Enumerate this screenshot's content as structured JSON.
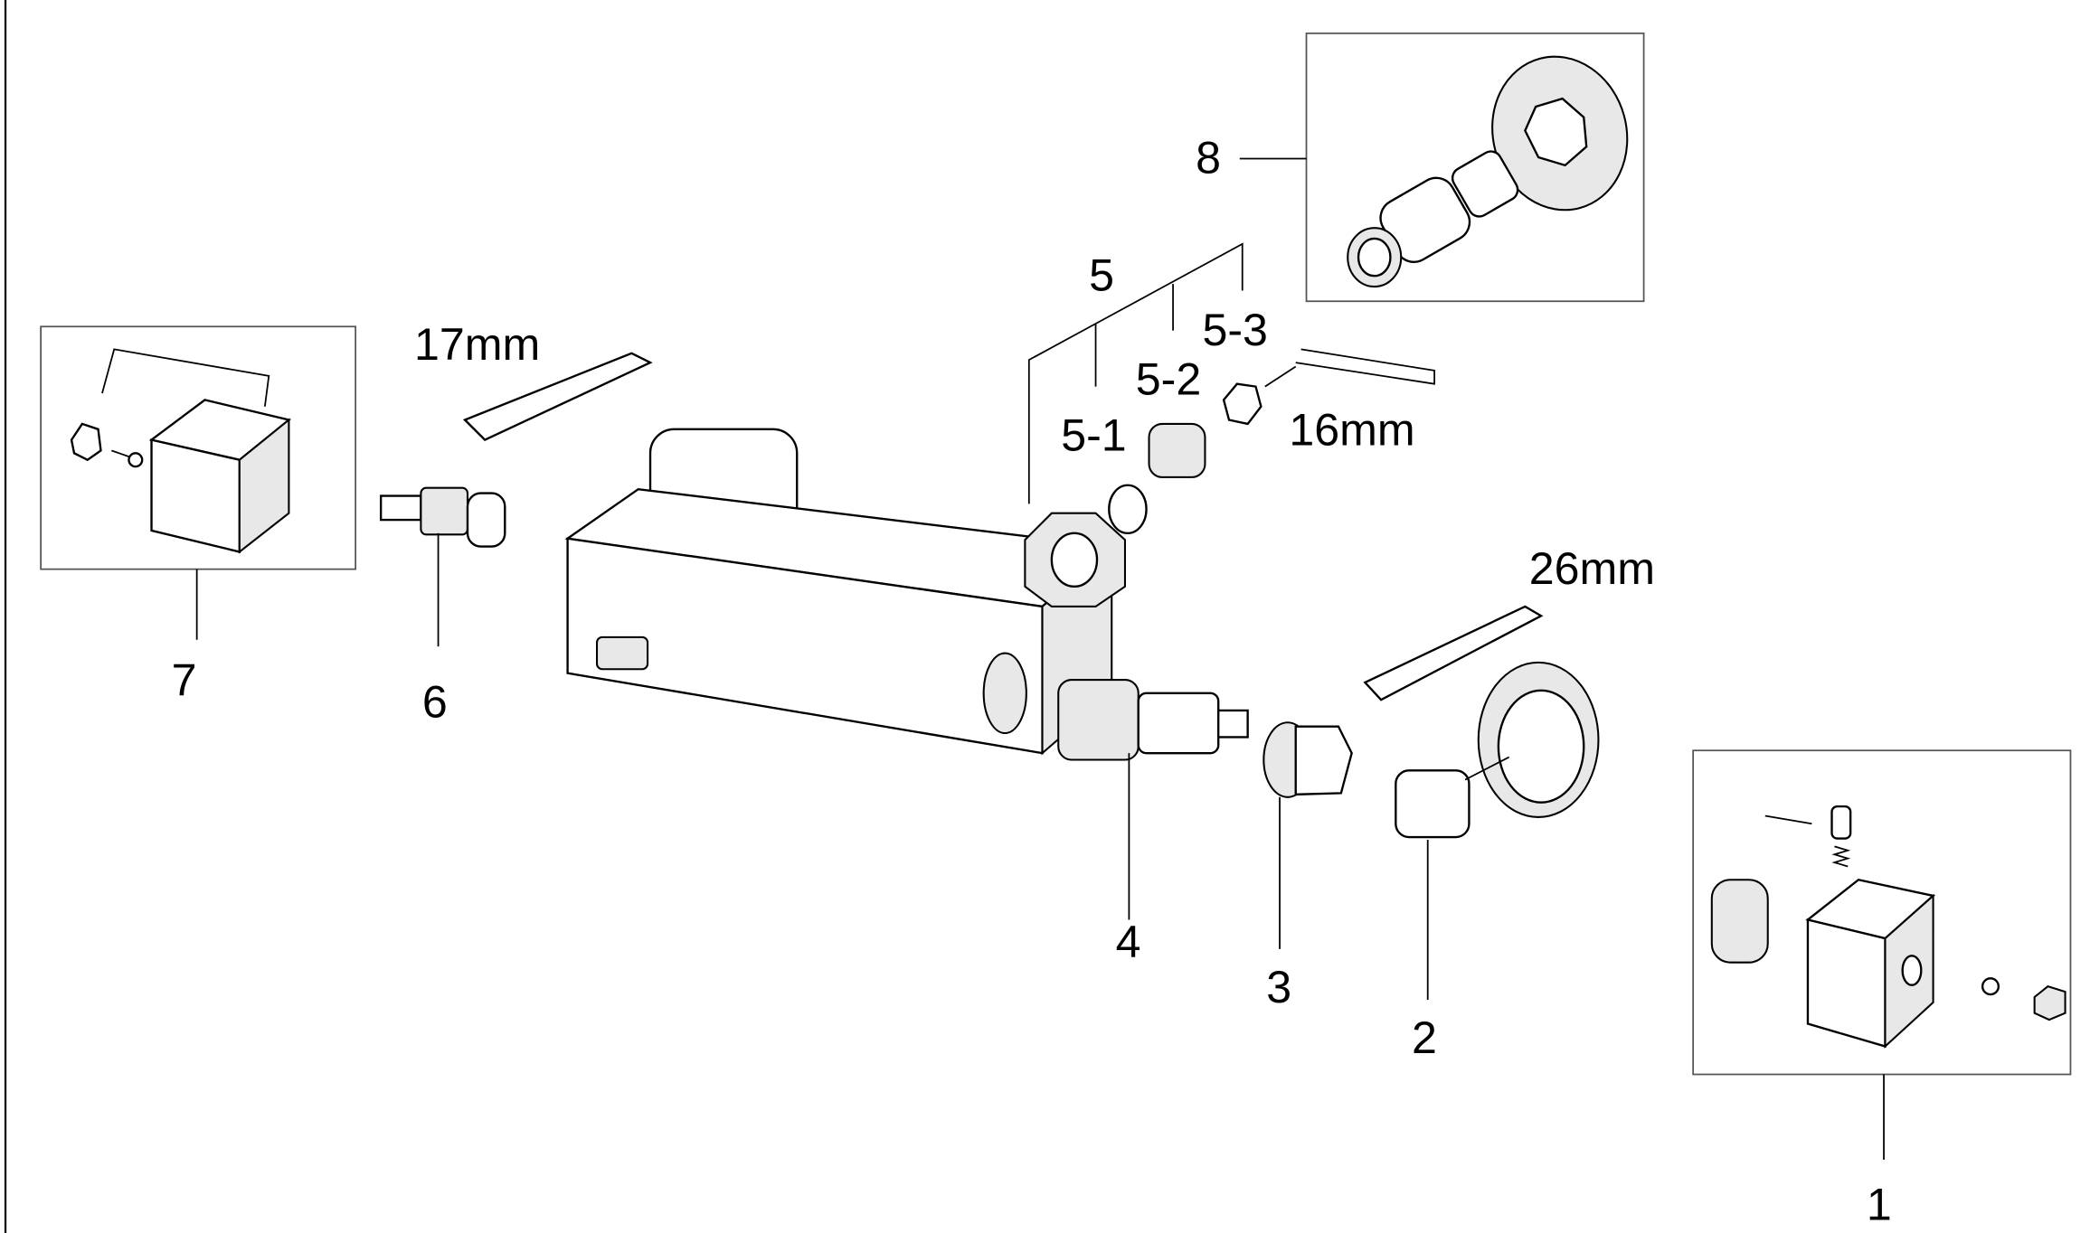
{
  "diagram": {
    "labels": {
      "p1": "1",
      "p2": "2",
      "p3": "3",
      "p4": "4",
      "p5": "5",
      "p5_1": "5-1",
      "p5_2": "5-2",
      "p5_3": "5-3",
      "p6": "6",
      "p7": "7",
      "p8": "8"
    },
    "tools": {
      "wrench_17": "17mm",
      "hex_key_16": "16mm",
      "wrench_26": "26mm"
    }
  }
}
